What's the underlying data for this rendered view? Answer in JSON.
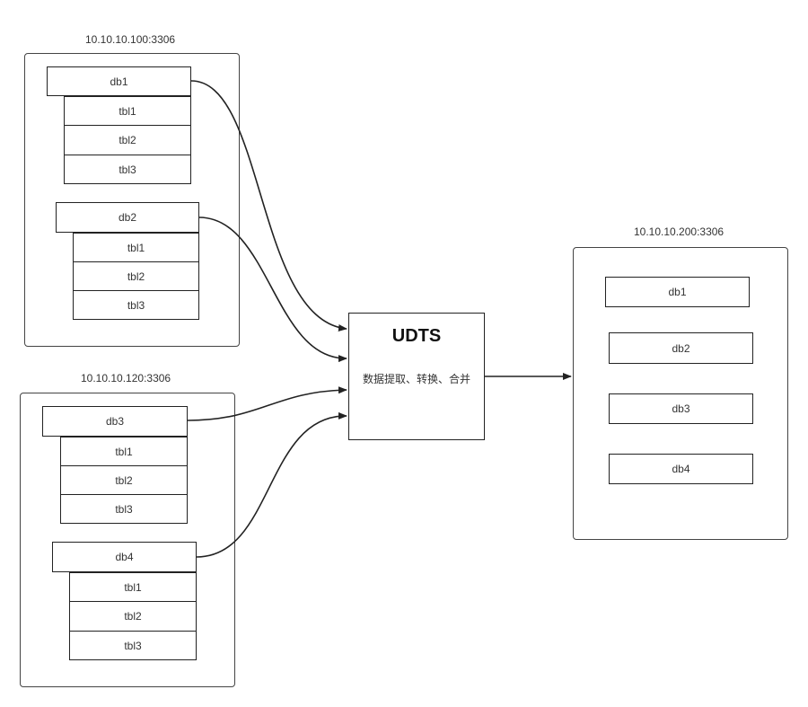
{
  "sources": [
    {
      "label": "10.10.10.100:3306",
      "databases": [
        {
          "name": "db1",
          "tables": [
            "tbl1",
            "tbl2",
            "tbl3"
          ]
        },
        {
          "name": "db2",
          "tables": [
            "tbl1",
            "tbl2",
            "tbl3"
          ]
        }
      ]
    },
    {
      "label": "10.10.10.120:3306",
      "databases": [
        {
          "name": "db3",
          "tables": [
            "tbl1",
            "tbl2",
            "tbl3"
          ]
        },
        {
          "name": "db4",
          "tables": [
            "tbl1",
            "tbl2",
            "tbl3"
          ]
        }
      ]
    }
  ],
  "udts": {
    "title": "UDTS",
    "subtitle": "数据提取、转换、合并"
  },
  "target": {
    "label": "10.10.10.200:3306",
    "databases": [
      "db1",
      "db2",
      "db3",
      "db4"
    ]
  },
  "colors": {
    "line": "#222222",
    "border": "#444444"
  }
}
